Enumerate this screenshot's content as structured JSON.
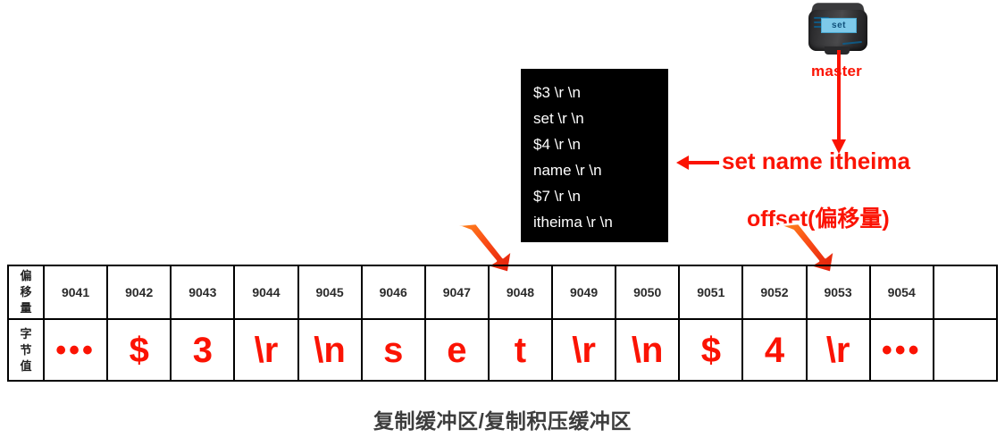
{
  "master": {
    "icon_name": "server-node-icon",
    "badge_label": "set",
    "label": "master",
    "badge_color": "#7ec9e9",
    "arrow_color": "#fb1303"
  },
  "resp_box": {
    "background": "#000000",
    "text_color": "#ffffff",
    "lines": [
      "$3 \\r \\n",
      "set \\r \\n",
      "$4 \\r \\n",
      "name \\r \\n",
      "$7 \\r \\n",
      "itheima \\r \\n"
    ]
  },
  "annotations": {
    "command": "set name itheima",
    "offset": "offset(偏移量)",
    "color": "#fb1303"
  },
  "pointers": [
    {
      "name": "pointer-arrow-command",
      "target_offset": "9047"
    },
    {
      "name": "pointer-arrow-offset",
      "target_offset": "9052"
    }
  ],
  "buffer_table": {
    "row_labels": {
      "offset": [
        "偏",
        "移",
        "量"
      ],
      "byte": [
        "字",
        "节",
        "值"
      ]
    },
    "offsets": [
      "9041",
      "9042",
      "9043",
      "9044",
      "9045",
      "9046",
      "9047",
      "9048",
      "9049",
      "9050",
      "9051",
      "9052",
      "9053",
      "9054",
      ""
    ],
    "bytes": [
      "•••",
      "$",
      "3",
      "\\r",
      "\\n",
      "s",
      "e",
      "t",
      "\\r",
      "\\n",
      "$",
      "4",
      "\\r",
      "•••",
      ""
    ],
    "byte_color": "#fb1303",
    "border_color": "#000000"
  },
  "caption": {
    "text": "复制缓冲区/复制积压缓冲区",
    "color": "#3d3d3d"
  }
}
